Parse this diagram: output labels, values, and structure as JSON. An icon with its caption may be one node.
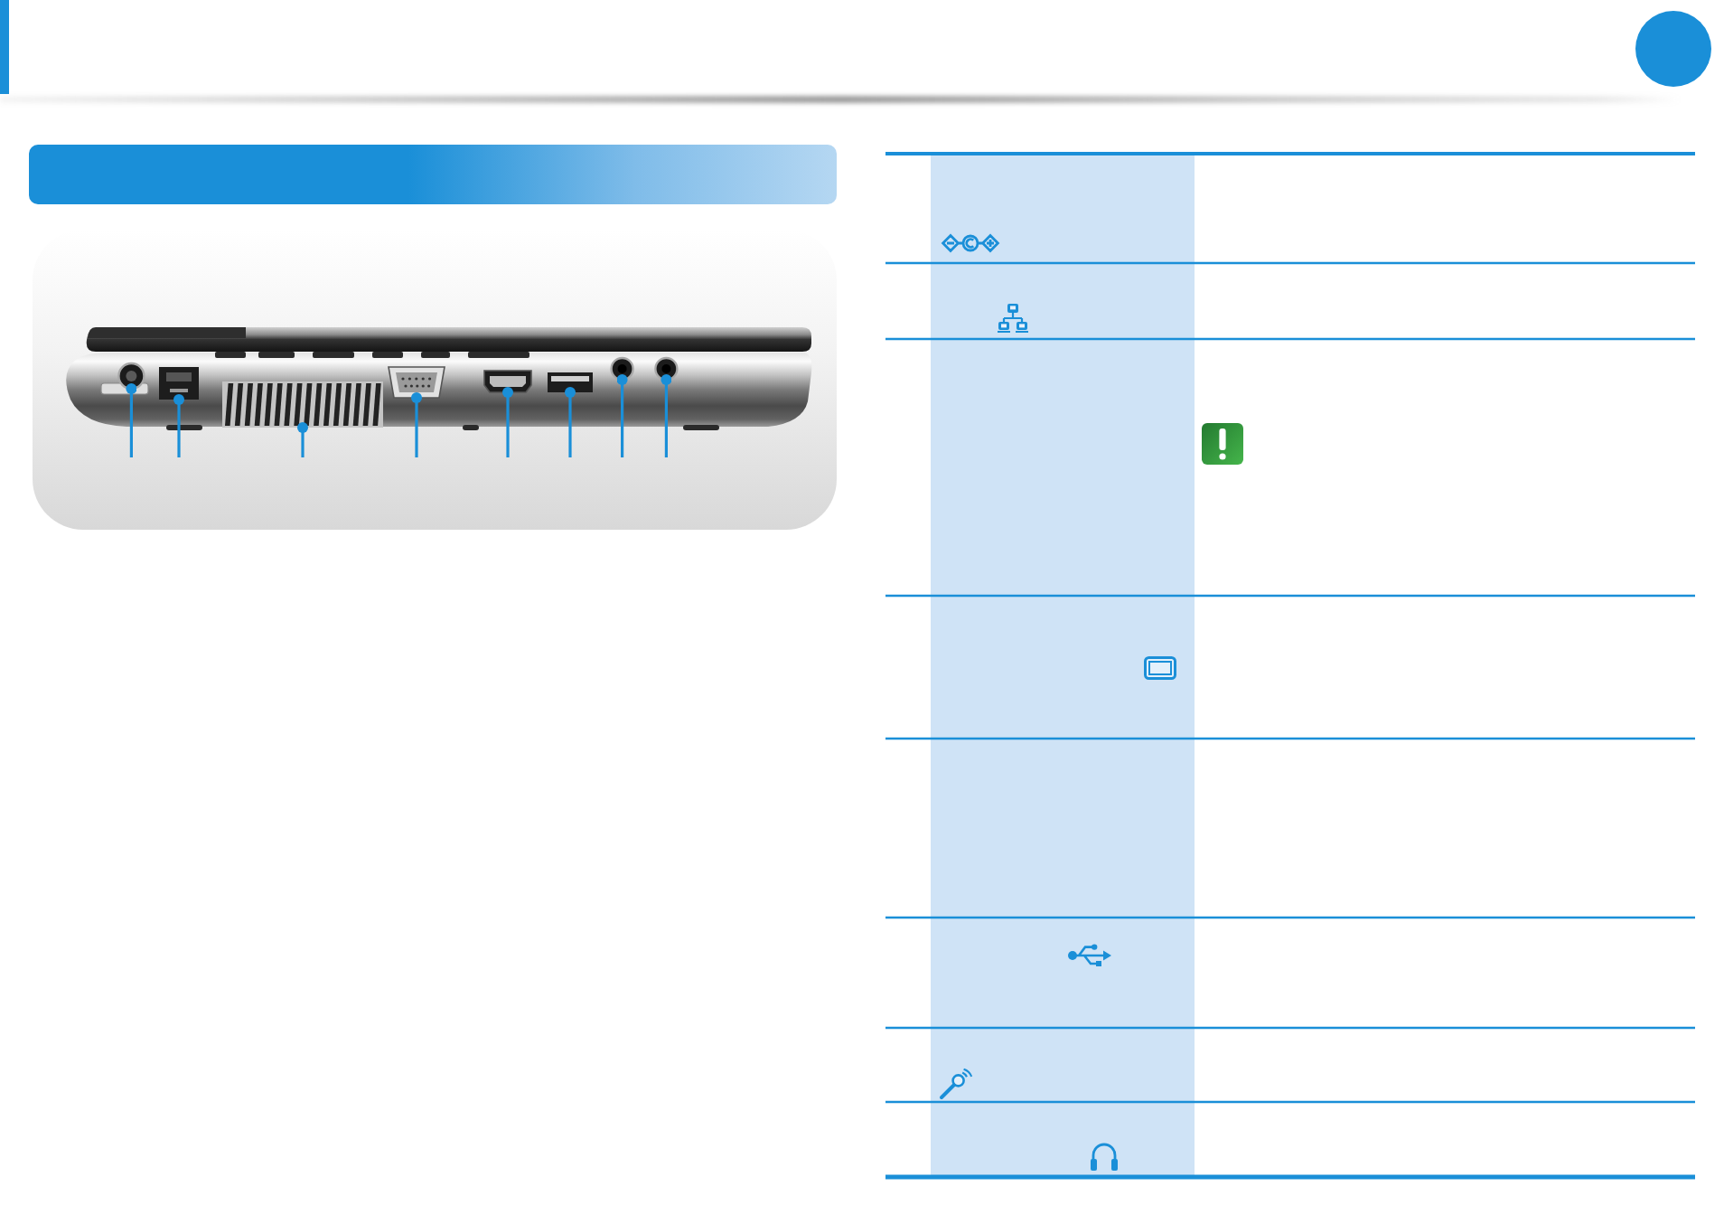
{
  "diagram": {
    "nodes": [
      {
        "text": [],
        "shape": "picture"
      },
      {
        "text": [],
        "shape": "circle",
        "in": 0
      },
      {
        "text": [],
        "shape": "box",
        "in": 0
      },
      {
        "text": [],
        "shape": "box",
        "in": 0
      },
      {
        "text": [],
        "shape": "box",
        "in": 0
      },
      {
        "text": [],
        "shape": "box",
        "in": 0
      },
      {
        "text": [],
        "shape": "box",
        "in": 0
      },
      {
        "text": [],
        "shape": "circle",
        "in": 0
      },
      {
        "text": [],
        "shape": "circle",
        "in": 0
      }
    ],
    "edges": [
      {
        "from": null,
        "to": 1,
        "arrow": "other"
      },
      {
        "from": null,
        "to": 2,
        "arrow": "other"
      },
      {
        "from": null,
        "to": 3,
        "arrow": "other"
      },
      {
        "from": null,
        "to": 4,
        "arrow": "other"
      },
      {
        "from": null,
        "to": 5,
        "arrow": "other"
      },
      {
        "from": null,
        "to": 6,
        "arrow": "other"
      },
      {
        "from": null,
        "to": 7,
        "arrow": "other"
      },
      {
        "from": null,
        "to": 8,
        "arrow": "other"
      }
    ]
  }
}
